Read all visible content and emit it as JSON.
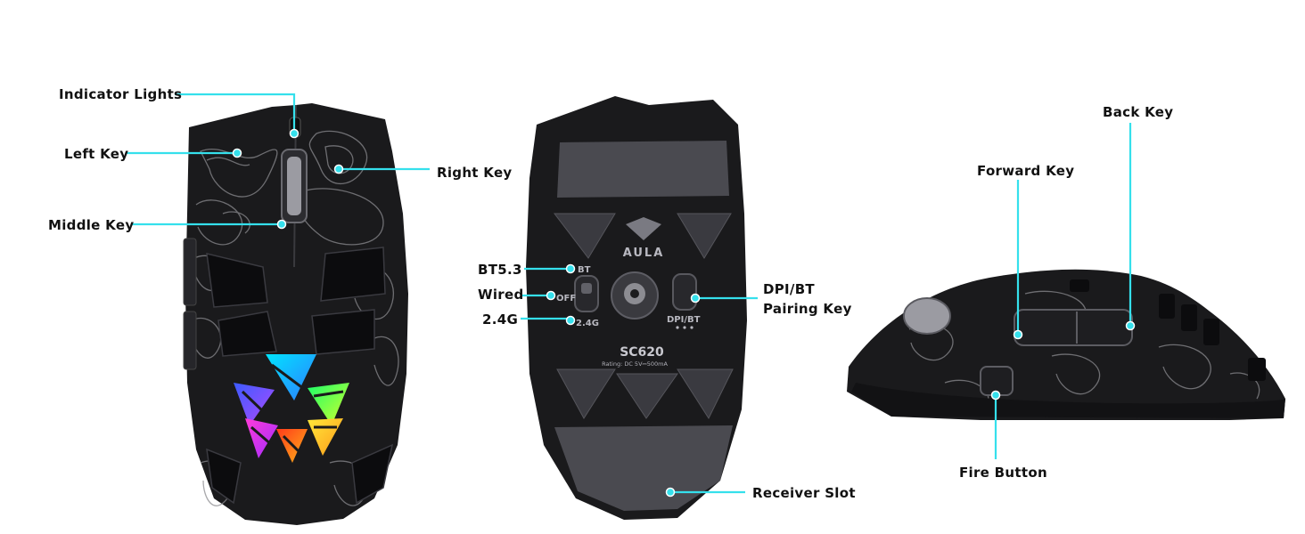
{
  "accent_color": "#35e0ec",
  "body_color": "#1a1a1c",
  "topo_color": "#8b8b8f",
  "views": {
    "top": {
      "labels": {
        "indicator_lights": "Indicator Lights",
        "left_key": "Left Key",
        "right_key": "Right Key",
        "middle_key": "Middle Key"
      }
    },
    "bottom": {
      "printed": {
        "brand": "AULA",
        "model": "SC620",
        "rating": "Rating: DC 5V⎓500mA",
        "bt": "BT",
        "off": "OFF",
        "g24": "2.4G",
        "dpi_bt": "DPI/BT"
      },
      "labels": {
        "bt53": "BT5.3",
        "wired": "Wired",
        "g24": "2.4G",
        "dpi_line1": "DPI/BT",
        "dpi_line2": "Pairing Key",
        "receiver_slot": "Receiver Slot"
      }
    },
    "side": {
      "labels": {
        "back_key": "Back Key",
        "forward_key": "Forward Key",
        "fire_button": "Fire Button"
      }
    }
  }
}
